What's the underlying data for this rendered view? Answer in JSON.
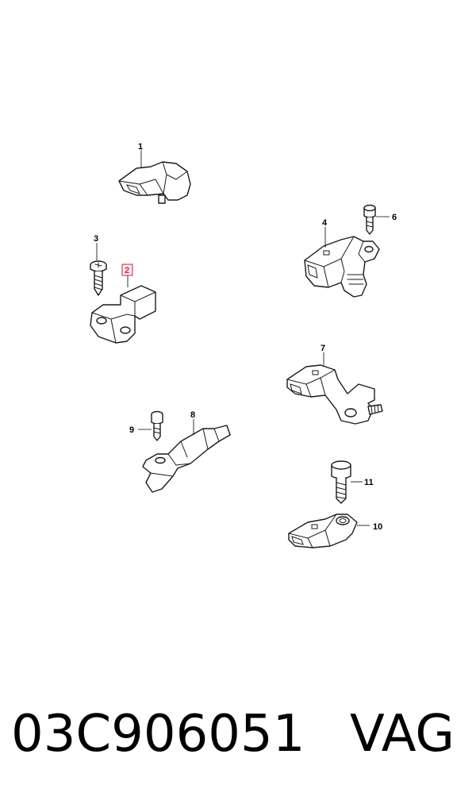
{
  "callouts": {
    "c1": "1",
    "c2": "2",
    "c3": "3",
    "c4": "4",
    "c6": "6",
    "c7": "7",
    "c8": "8",
    "c9": "9",
    "c10": "10",
    "c11": "11"
  },
  "highlight_color": "#c22a4a",
  "footer": {
    "part_number": "03C906051",
    "brand": "VAG"
  }
}
